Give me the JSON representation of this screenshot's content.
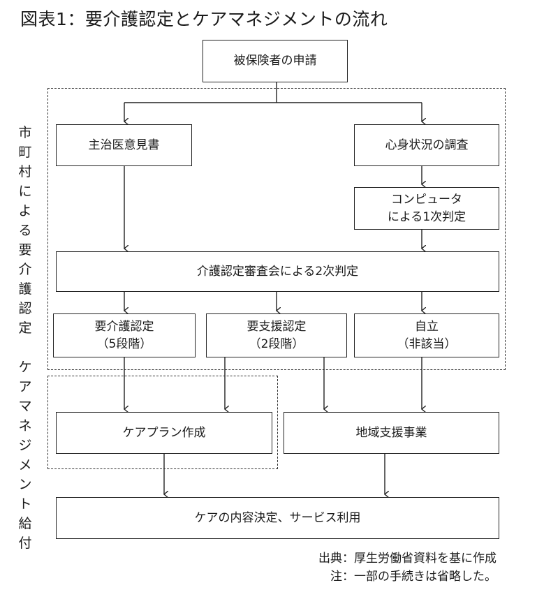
{
  "title": "図表1：要介護認定とケアマネジメントの流れ",
  "nodes": {
    "application": "被保険者の申請",
    "doctor_opinion": "主治医意見書",
    "survey": "心身状況の調査",
    "computer_1": "コンピュータ",
    "computer_2": "による1次判定",
    "committee": "介護認定審査会による2次判定",
    "care_need_1": "要介護認定",
    "care_need_2": "（5段階）",
    "support_need_1": "要支援認定",
    "support_need_2": "（2段階）",
    "independent_1": "自立",
    "independent_2": "（非該当）",
    "care_plan": "ケアプラン作成",
    "regional_support": "地域支援事業",
    "care_decision": "ケアの内容決定、サービス利用"
  },
  "side_label": [
    "市",
    "町",
    "村",
    "に",
    "よ",
    "る",
    "要",
    "介",
    "護",
    "認",
    "定",
    "",
    "ケ",
    "ア",
    "マ",
    "ネ",
    "ジ",
    "メ",
    "ン",
    "ト",
    "給",
    "付"
  ],
  "footnotes": {
    "source": "出典：厚生労働省資料を基に作成",
    "note": "注：一部の手続きは省略した。"
  }
}
